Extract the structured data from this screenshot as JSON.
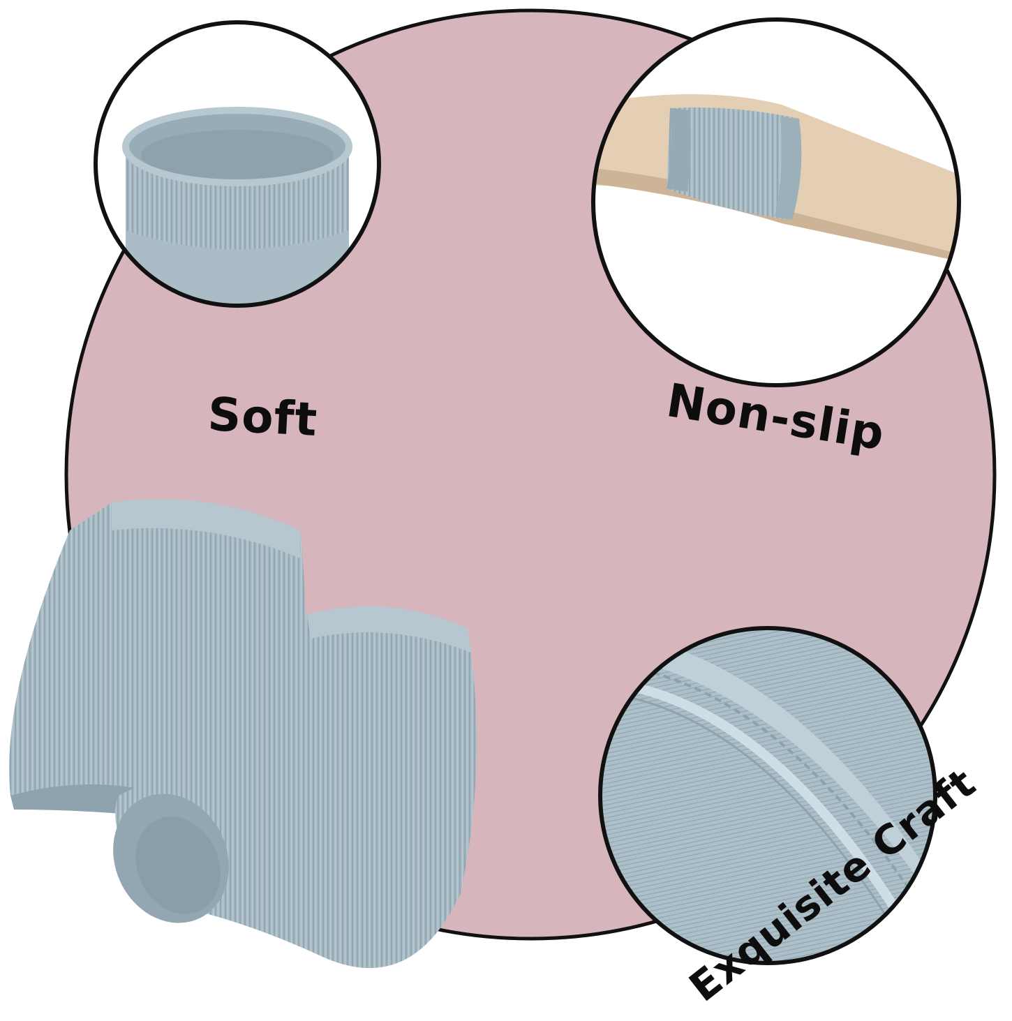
{
  "colors": {
    "background": "#ffffff",
    "big_circle_fill": "#d6b6bc",
    "outline": "#111111",
    "fabric": "#a9bcc6",
    "fabric_dark": "#8fa3ae",
    "fabric_light": "#c2d2da",
    "skin": "#e4cfb4"
  },
  "features": {
    "soft": "Soft",
    "non_slip": "Non-slip",
    "exquisite_craft": "Exquisite Craft"
  },
  "icons": {
    "top_left": "ribbed-wristband-closeup",
    "top_right": "wristband-on-arm",
    "bottom_left": "pair-of-wristbands",
    "bottom_right": "stitching-detail-closeup"
  }
}
